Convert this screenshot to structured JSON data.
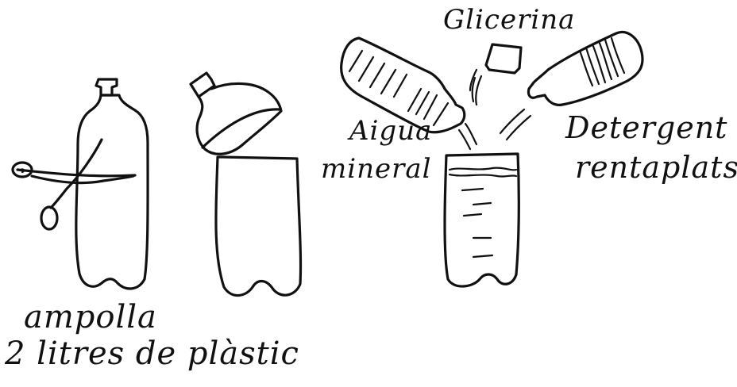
{
  "labels": {
    "glicerina": "Glicerina",
    "aigua_line1": "Aigua",
    "aigua_line2": "mineral",
    "detergent_line1": "Detergent",
    "detergent_line2": "rentaplats",
    "caption_line1": "ampolla",
    "caption_line2": "2 litres de plàstic"
  },
  "icons": {
    "whole_bottle": "plastic-bottle-icon",
    "scissors": "scissors-icon",
    "cut_bottle": "cut-bottle-icon",
    "water_bottle": "water-bottle-icon",
    "glycerin_bottle": "glycerin-bottle-icon",
    "detergent_bottle": "detergent-bottle-icon",
    "mixing_container": "mixing-container-icon"
  },
  "colors": {
    "ink": "#111111",
    "paper": "#ffffff"
  }
}
